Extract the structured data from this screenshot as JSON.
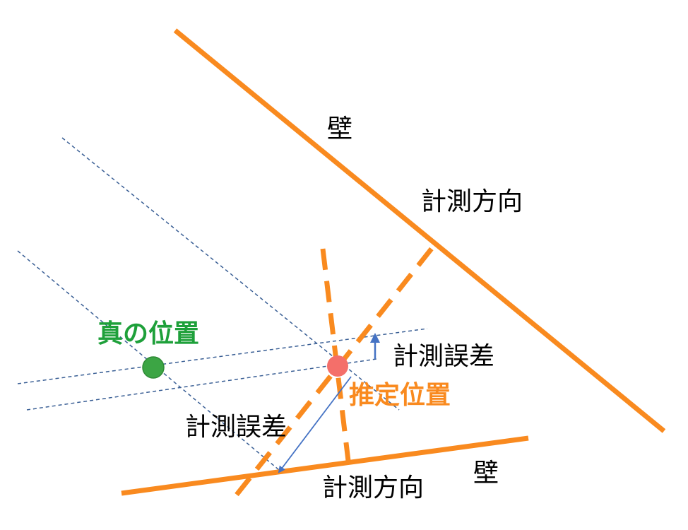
{
  "labels": {
    "wall_upper": "壁",
    "wall_lower": "壁",
    "measure_dir_upper": "計測方向",
    "measure_dir_lower": "計測方向",
    "true_position": "真の位置",
    "estimated_position": "推定位置",
    "measure_error_right": "計測誤差",
    "measure_error_left": "計測誤差"
  },
  "colors": {
    "wall": "#f98a1f",
    "true_position": "#1ea03a",
    "true_marker": "#3ca544",
    "estimated_position": "#f98a1f",
    "estimated_marker": "#f46f6a",
    "guide_line": "#3a5f95",
    "error_arrow": "#4472c4",
    "text": "#000000"
  }
}
